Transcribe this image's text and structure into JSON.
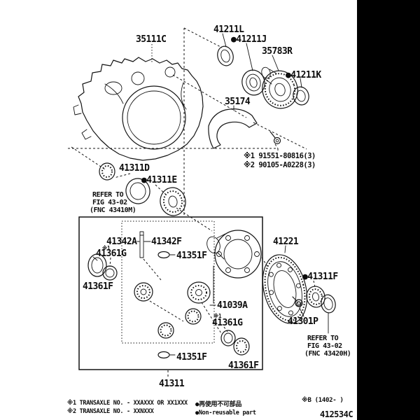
{
  "page": {
    "background_color": "#ffffff",
    "line_color": "#141414",
    "scan_margin_color": "#000000"
  },
  "upper_assembly": {
    "transaxle_case_label": "35111C",
    "oil_seal_label": "41211L",
    "bearing_label": "●41211J",
    "drive_gear_label": "35783R",
    "oil_seal_right_label": "●41211K",
    "oil_deflector_label": "35174",
    "bolt_notes": [
      "※1 91551-80816(3)",
      "※2 90105-A0228(3)"
    ]
  },
  "side_bearing_group": {
    "race_label": "41311D",
    "bearing_label": "●41311E",
    "refer_note": [
      "REFER TO",
      "FIG 43-02",
      "(FNC 43410M)"
    ]
  },
  "differential_case_box": {
    "pinion_shaft_label": "41342A",
    "straight_pin_label": "41342F",
    "side_gear_left_note": "※1",
    "side_gear_left_label": "41361G",
    "thrust_washer_left_label": "41361F",
    "snap_ring_upper_label": "41351F",
    "case_subassembly_label": "41039A",
    "side_gear_right_note": "※1",
    "side_gear_right_label": "41361G",
    "snap_ring_lower_label": "41351F",
    "thrust_washer_right_label": "41361F",
    "assembly_label": "41311"
  },
  "ring_gear_group": {
    "ring_gear_label": "41221",
    "bearing_label": "●41311F",
    "bolt_label": "41301P",
    "refer_note": [
      "REFER TO",
      "FIG 43-02",
      "(FNC 43420H)"
    ]
  },
  "footnotes": {
    "transaxle_note_1": "※1 TRANSAXLE NO. - XXAXXX OR XX1XXX",
    "transaxle_note_2": "※2 TRANSAXLE NO. - XXNXXX",
    "non_reusable_ja": "●再使用不可部品",
    "non_reusable_en": "●Non-reusable part",
    "revision_note": "※B (1402-     )",
    "figure_code": "412534C"
  }
}
